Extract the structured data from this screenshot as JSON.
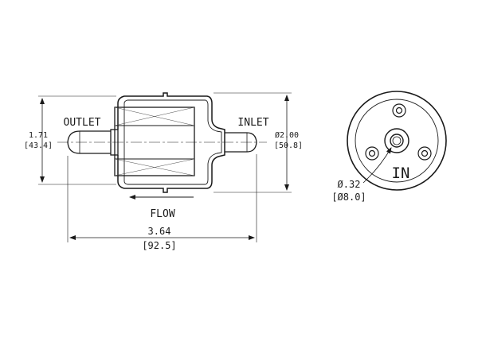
{
  "labels": {
    "outlet": "OUTLET",
    "inlet": "INLET",
    "flow": "FLOW",
    "in_mark": "IN"
  },
  "dimensions": {
    "height": {
      "inch": "1.71",
      "mm": "[43.4]"
    },
    "diameter": {
      "inch": "Ø2.00",
      "mm": "[50.8]"
    },
    "length": {
      "inch": "3.64",
      "mm": "[92.5]"
    },
    "port": {
      "inch": "Ø.32",
      "mm": "[Ø8.0]"
    }
  }
}
